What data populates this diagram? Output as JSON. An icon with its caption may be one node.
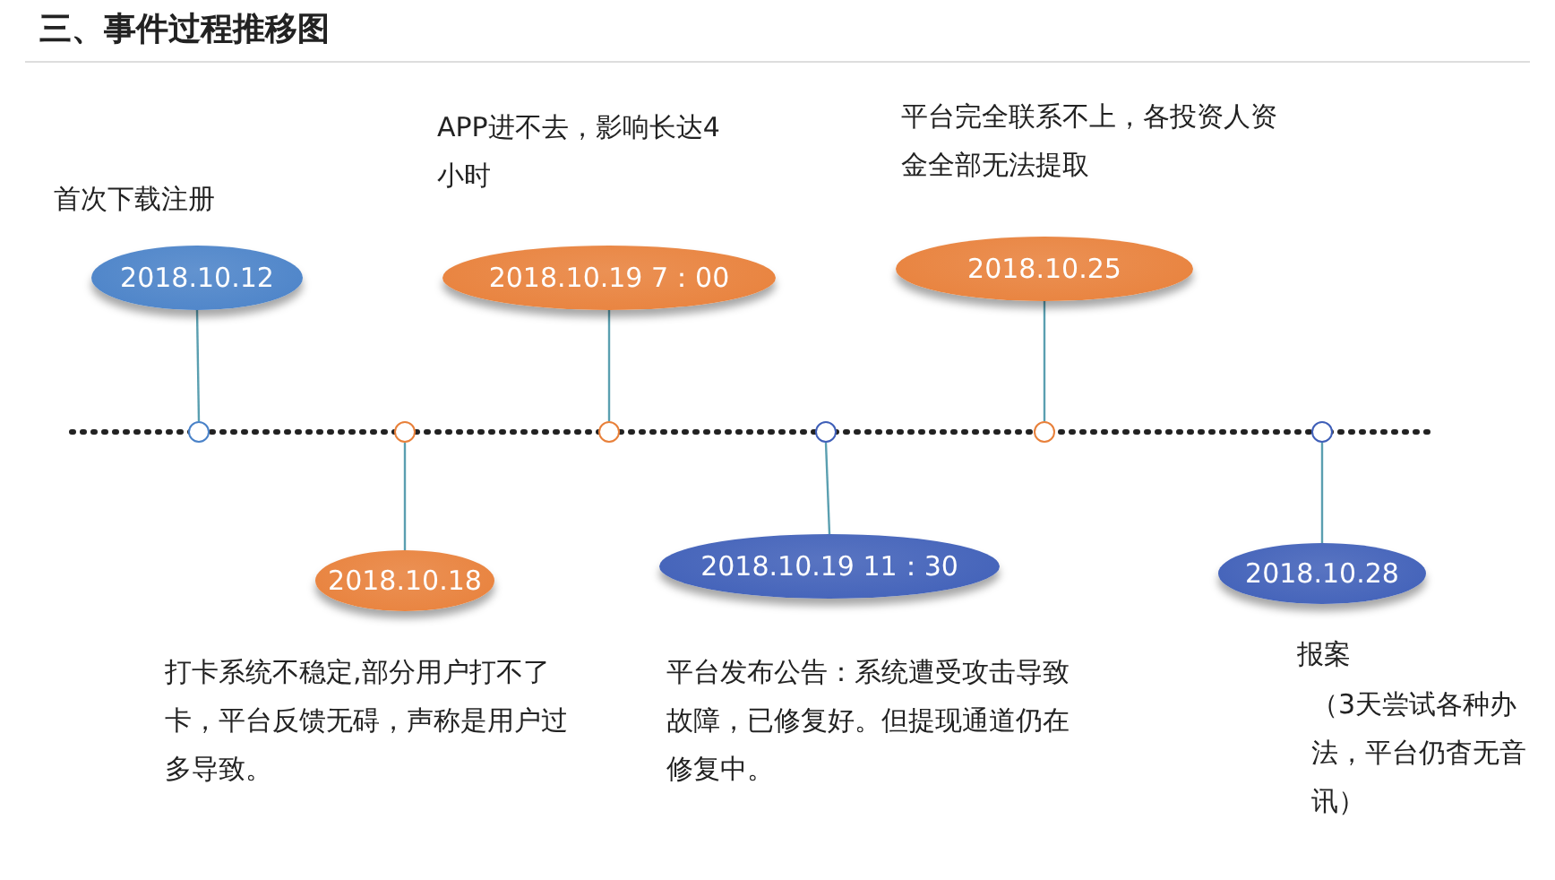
{
  "diagram": {
    "title": "三、事件过程推移图",
    "nodes": [
      {
        "text": [
          "2018.10.12"
        ],
        "beside": [
          "首次下载注册"
        ]
      },
      {
        "text": [
          "2018.10.18"
        ],
        "beside": [
          "打卡系统不稳定,部分用户打不了卡，平台反馈无碍，声称是用户过多导致。"
        ]
      },
      {
        "text": [
          "2018.10.19 7：00"
        ],
        "beside": [
          "APP进不去，影响长达4小时"
        ]
      },
      {
        "text": [
          "2018.10.19 11：30"
        ],
        "beside": [
          "平台发布公告：系统遭受攻击导致故障，已修复好。但提现通道仍在修复中。"
        ]
      },
      {
        "text": [
          "2018.10.25"
        ],
        "beside": [
          "平台完全联系不上，各投资人资金全部无法提取"
        ]
      },
      {
        "text": [
          "2018.10.28"
        ],
        "beside": [
          "报案",
          "（3天尝试各种办法，平台仍杳无音讯）"
        ]
      },
      {
        "text": [],
        "shape": "circle"
      },
      {
        "text": [],
        "shape": "circle"
      },
      {
        "text": [],
        "shape": "circle"
      },
      {
        "text": [],
        "shape": "circle"
      },
      {
        "text": [],
        "shape": "circle"
      },
      {
        "text": [],
        "shape": "circle"
      }
    ],
    "edges": [
      {
        "from": 0,
        "to": 6,
        "arrow": "none"
      },
      {
        "from": 1,
        "to": 7,
        "arrow": "none"
      },
      {
        "from": 2,
        "to": 8,
        "arrow": "none"
      },
      {
        "from": 3,
        "to": 9,
        "arrow": "none"
      },
      {
        "from": 4,
        "to": 10,
        "arrow": "none"
      },
      {
        "from": 5,
        "to": 11,
        "arrow": "none"
      }
    ]
  }
}
